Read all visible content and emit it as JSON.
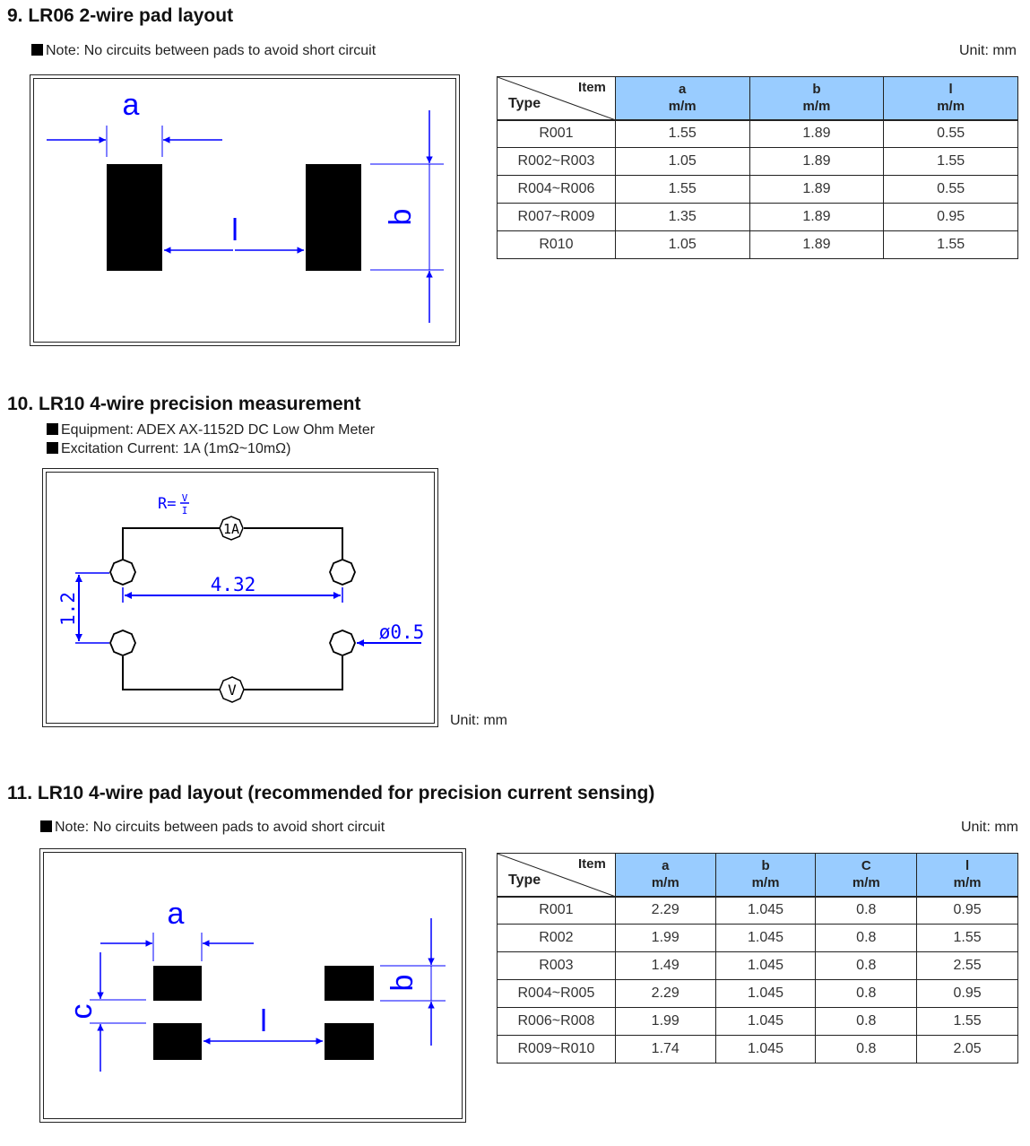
{
  "section9": {
    "title": "9. LR06   2-wire pad layout",
    "note": "Note: No circuits between pads to avoid short circuit",
    "unit": "Unit: mm",
    "labels": {
      "a": "a",
      "b": "b",
      "l": "l"
    },
    "table": {
      "corner_item": "Item",
      "corner_type": "Type",
      "columns": [
        {
          "name": "a",
          "unit": "m/m"
        },
        {
          "name": "b",
          "unit": "m/m"
        },
        {
          "name": "l",
          "unit": "m/m"
        }
      ],
      "rows": [
        [
          "R001",
          "1.55",
          "1.89",
          "0.55"
        ],
        [
          "R002~R003",
          "1.05",
          "1.89",
          "1.55"
        ],
        [
          "R004~R006",
          "1.55",
          "1.89",
          "0.55"
        ],
        [
          "R007~R009",
          "1.35",
          "1.89",
          "0.95"
        ],
        [
          "R010",
          "1.05",
          "1.89",
          "1.55"
        ]
      ]
    }
  },
  "section10": {
    "title": "10. LR10   4-wire precision measurement",
    "equipment": "Equipment: ADEX AX-1152D DC Low Ohm Meter",
    "excitation": "Excitation Current: 1A (1mΩ~10mΩ)",
    "unit": "Unit: mm",
    "diagram": {
      "formula": "R=",
      "formula_num": "V",
      "formula_den": "I",
      "ammeter": "1A",
      "voltmeter": "V",
      "spacing": "4.32",
      "gap": "1.2",
      "diameter": "ø0.5"
    }
  },
  "section11": {
    "title": "11. LR10   4-wire pad layout (recommended for precision current sensing)",
    "note": "Note: No circuits between pads to avoid short circuit",
    "unit": "Unit: mm",
    "labels": {
      "a": "a",
      "b": "b",
      "c": "c",
      "l": "l"
    },
    "table": {
      "corner_item": "Item",
      "corner_type": "Type",
      "columns": [
        {
          "name": "a",
          "unit": "m/m"
        },
        {
          "name": "b",
          "unit": "m/m"
        },
        {
          "name": "C",
          "unit": "m/m"
        },
        {
          "name": "l",
          "unit": "m/m"
        }
      ],
      "rows": [
        [
          "R001",
          "2.29",
          "1.045",
          "0.8",
          "0.95"
        ],
        [
          "R002",
          "1.99",
          "1.045",
          "0.8",
          "1.55"
        ],
        [
          "R003",
          "1.49",
          "1.045",
          "0.8",
          "2.55"
        ],
        [
          "R004~R005",
          "2.29",
          "1.045",
          "0.8",
          "0.95"
        ],
        [
          "R006~R008",
          "1.99",
          "1.045",
          "0.8",
          "1.55"
        ],
        [
          "R009~R010",
          "1.74",
          "1.045",
          "0.8",
          "2.05"
        ]
      ]
    }
  },
  "colors": {
    "dimension": "#0000ff",
    "header_bg": "#99ccff",
    "pad": "#000000"
  }
}
